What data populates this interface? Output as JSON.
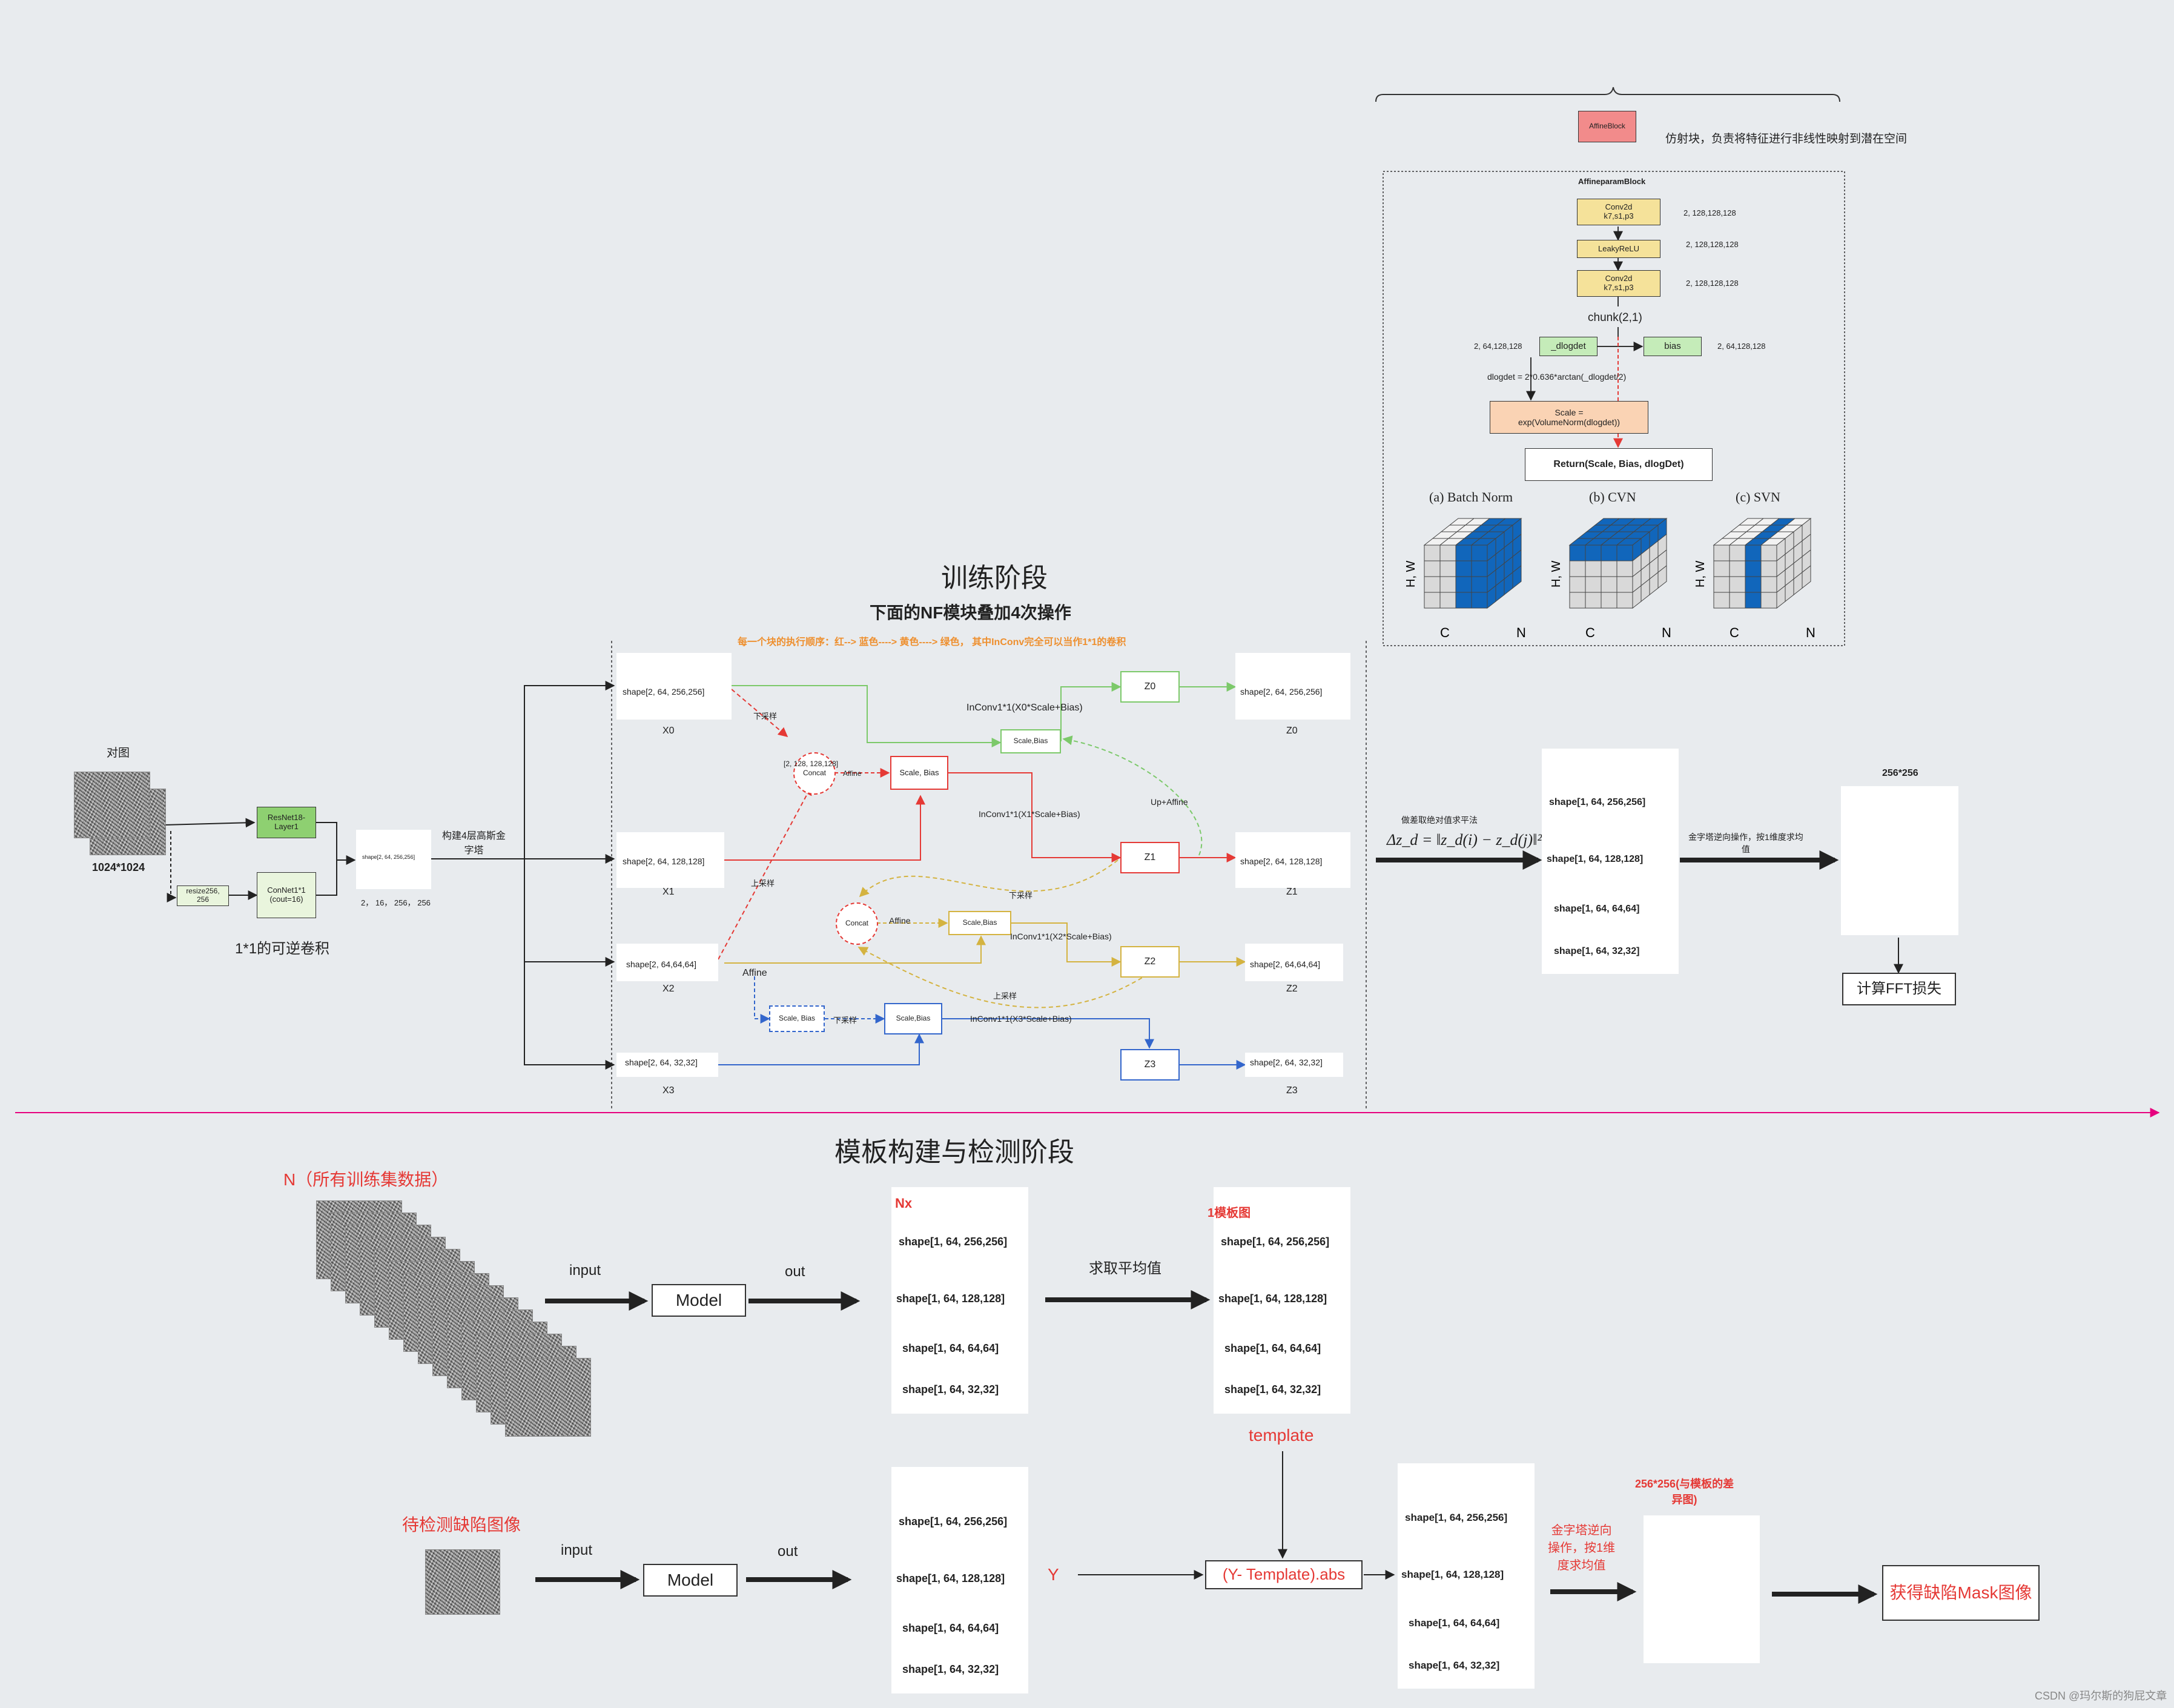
{
  "colors": {
    "red": "#e53935",
    "blue": "#3366cc",
    "green": "#7cc96a",
    "yellow": "#d4b340",
    "pink": "#e6007e",
    "cyan": "#3ec3f0",
    "mint": "#8ed9b0",
    "orange_text": "#ee8f2e"
  },
  "top": {
    "affine_block": "AffineBlock",
    "affine_desc": "仿射块，负责将特征进行非线性映射到潜在空间",
    "param": {
      "title": "AffineparamBlock",
      "conv1": "Conv2d\nk7,s1,p3",
      "conv1_shape": "2, 128,128,128",
      "relu": "LeakyReLU",
      "relu_shape": "2, 128,128,128",
      "conv2": "Conv2d\nk7,s1,p3",
      "conv2_shape": "2, 128,128,128",
      "chunk": "chunk(2,1)",
      "dlogdet": "_dlogdet",
      "dlogdet_shape": "2, 64,128,128",
      "bias": "bias",
      "bias_shape": "2, 64,128,128",
      "formula": "dlogdet = 2*0.636*arctan(_dlogdet/2)",
      "scale": "Scale =\nexp(VolumeNorm(dlogdet))",
      "ret": "Return(Scale, Bias, dlogDet)",
      "norms": [
        "(a) Batch Norm",
        "(b) CVN",
        "(c) SVN"
      ],
      "axis_hw": "H, W",
      "axis_c": "C",
      "axis_n": "N"
    }
  },
  "train": {
    "title": "训练阶段",
    "subtitle": "下面的NF模块叠加4次操作",
    "note": "每一个块的执行顺序：红--> 蓝色----> 黄色----> 绿色， 其中InConv完全可以当作1*1的卷积",
    "input_label": "对图",
    "input_size": "1024*1024",
    "resnet": "ResNet18-\nLayer1",
    "resize": "resize256,\n256",
    "conv": "ConNet1*1\n(cout=16)",
    "inv_label": "1*1的可逆卷积",
    "small_shape": "shape[2, 64, 256,256]",
    "small_dims": "2， 16， 256， 256",
    "pyramid": "构建4层高斯金\n字塔",
    "x_shapes": [
      "shape[2, 64, 256,256]",
      "shape[2, 64, 128,128]",
      "shape[2, 64,64,64]",
      "shape[2, 64, 32,32]"
    ],
    "x_labels": [
      "X0",
      "X1",
      "X2",
      "X3"
    ],
    "z_shapes": [
      "shape[2, 64, 256,256]",
      "shape[2, 64, 128,128]",
      "shape[2, 64,64,64]",
      "shape[2, 64, 32,32]"
    ],
    "z_labels": [
      "Z0",
      "Z1",
      "Z2",
      "Z3"
    ],
    "concat_red_dims": "[2, 128, 128,128]",
    "concat": "Concat",
    "affine": "Affine",
    "scale_bias": "Scale, Bias",
    "scale_bias_small": "Scale,Bias",
    "down": "下采样",
    "up": "上采样",
    "up_affine": "Up+Affine",
    "inconv0": "InConv1*1(X0*Scale+Bias)",
    "inconv1": "InConv1*1(X1*Scale+Bias)",
    "inconv2": "InConv1*1(X2*Scale+Bias)",
    "inconv3": "InConv1*1(X3*Scale+Bias)",
    "diff_label": "做差取绝对值求平法",
    "formula": "Δz_d = ‖z_d(i) − z_d(j)‖².",
    "mid_shapes": [
      "shape[1, 64, 256,256]",
      "shape[1, 64, 128,128]",
      "shape[1, 64, 64,64]",
      "shape[1, 64, 32,32]"
    ],
    "inv_pyr": "金字塔逆向操作，按1维度求均\n值",
    "out_size": "256*256",
    "fft": "计算FFT损失"
  },
  "test": {
    "title": "模板构建与检测阶段",
    "n_label": "N（所有训练集数据）",
    "input": "input",
    "model": "Model",
    "out": "out",
    "nx": "Nx",
    "shapes": [
      "shape[1, 64, 256,256]",
      "shape[1, 64, 128,128]",
      "shape[1, 64, 64,64]",
      "shape[1, 64, 32,32]"
    ],
    "avg": "求取平均值",
    "tpl_title": "1模板图",
    "template": "template",
    "defect": "待检测缺陷图像",
    "y": "Y",
    "diff": "(Y- Template).abs",
    "inv": "金字塔逆向\n操作，按1维\n度求均值",
    "diff_size": "256*256(与模板的差\n异图)",
    "mask": "获得缺陷Mask图像",
    "watermark": "CSDN @玛尔斯的狗屁文章"
  }
}
